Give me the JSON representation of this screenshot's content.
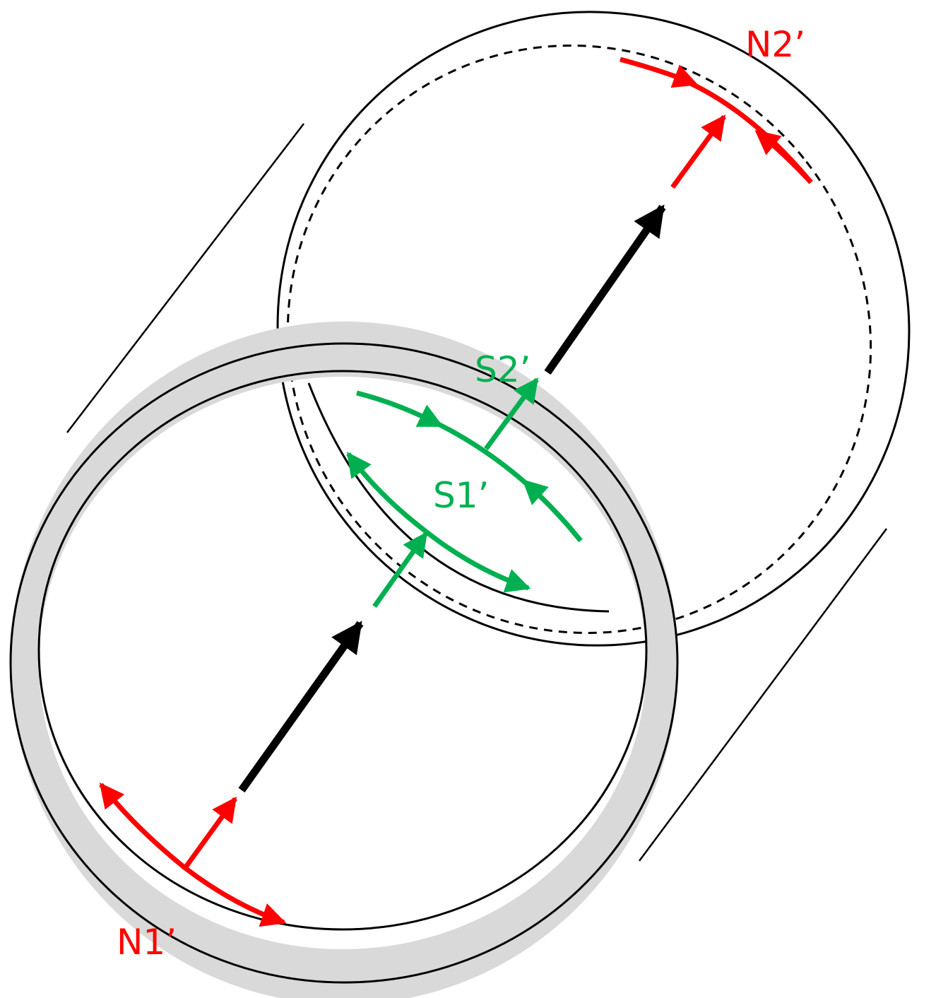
{
  "colors": {
    "outline": "#000000",
    "ring_fill": "#d9d9d9",
    "north": "#ff0000",
    "south": "#00b050",
    "axis": "#000000"
  },
  "labels": {
    "n1": "N1’",
    "n2": "N2’",
    "s1": "S1’",
    "s2": "S2’"
  }
}
